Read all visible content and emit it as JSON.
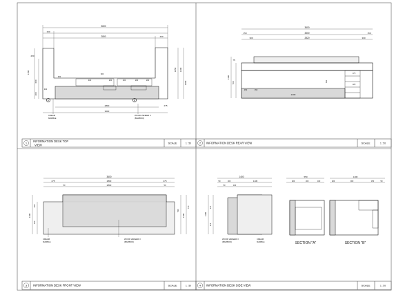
{
  "panels": [
    {
      "num": "1",
      "title": "INFORMATION DESK TOP",
      "title2": "VIEW",
      "scale_label": "SCALE",
      "scale_value": "1 : 50"
    },
    {
      "num": "2",
      "title": "INFORMATION DESK REAR VIEW",
      "title2": "",
      "scale_label": "SCALE",
      "scale_value": "1 : 50"
    },
    {
      "num": "3",
      "title": "INFORMATION DESK FRONT VIEW",
      "title2": "",
      "scale_label": "SCALE",
      "scale_value": "1 : 50"
    },
    {
      "num": "4",
      "title": "INFORMATION DESK SIDE VIEW",
      "title2": "",
      "scale_label": "SCALE",
      "scale_value": "1 : 50"
    }
  ],
  "top_view": {
    "dims_top": [
      "3600",
      "150",
      "2800",
      "400"
    ],
    "dims_left": [
      "250",
      "1460",
      "600",
      "400"
    ],
    "dims_right": [
      "1050",
      "1400",
      "1000"
    ],
    "dims_inner": [
      "450",
      "400",
      "200",
      "400",
      "200",
      "200",
      "600",
      "400"
    ],
    "dims_bottom": [
      "2800",
      "3600",
      "275"
    ],
    "markers": [
      "A",
      "B"
    ],
    "label_left": [
      "CREAM",
      "MARBLE"
    ],
    "label_right": [
      "WOOD VENEER 3",
      "(BAMBOO)"
    ]
  },
  "rear_view": {
    "dims_top": [
      "3600",
      "150",
      "3300",
      "150",
      "300",
      "2820",
      "300"
    ],
    "dims_left": [
      "1100",
      "700",
      "75"
    ],
    "dims_inner": [
      "450",
      "450",
      "2400",
      "540",
      "375",
      "220"
    ]
  },
  "front_view": {
    "dims_top": [
      "3600",
      "275",
      "2800",
      "275",
      "50",
      "2800",
      "50"
    ],
    "dims_left": [
      "1100",
      "450",
      "730"
    ],
    "dims_right": [
      "730",
      "1100",
      "770"
    ],
    "label_left": [
      "CREAM",
      "MARBLE"
    ],
    "label_right": [
      "WOOD VENEER 3",
      "(BAMBOO)"
    ]
  },
  "side_view": {
    "dims_top": [
      "1400",
      "50",
      "200",
      "1130",
      "50",
      "100"
    ],
    "dims_top_a": [
      "550",
      "200",
      "200",
      "100"
    ],
    "dims_top_b": [
      "1400",
      "200",
      "900",
      "150",
      "50"
    ],
    "dims_left": [
      "1100",
      "270",
      "375"
    ],
    "sections": [
      "SECTION \"A\"",
      "SECTION \"B\""
    ],
    "label_left": [
      "WOOD VENEER 3",
      "(BAMBOO)"
    ],
    "label_right": [
      "CREAM",
      "MARBLE"
    ]
  }
}
